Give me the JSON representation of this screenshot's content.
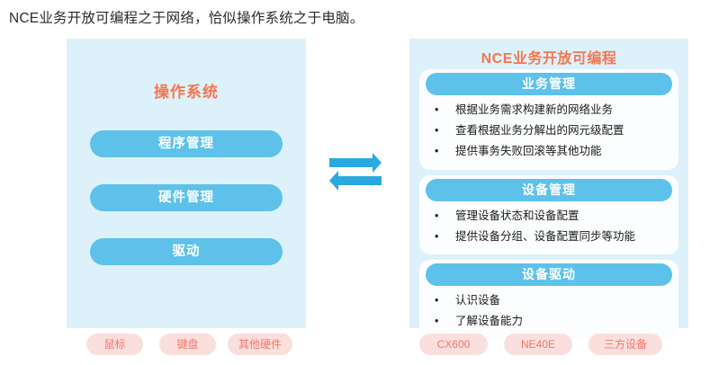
{
  "page": {
    "title": "NCE业务开放可编程之于网络，恰似操作系统之于电脑。"
  },
  "colors": {
    "panel_background": "#ddf1fa",
    "pill_blue": "#5dc1ea",
    "heading_orange": "#f4764f",
    "pink_pill_background": "#fbdfdd",
    "pink_pill_text": "#f4766a",
    "card_background": "#fbfdfe",
    "arrow_blue": "#2aa9e0"
  },
  "left_panel": {
    "heading": "操作系统",
    "pills": [
      {
        "label": "程序管理"
      },
      {
        "label": "硬件管理"
      },
      {
        "label": "驱动"
      }
    ],
    "hardware_tags": [
      {
        "label": "鼠标"
      },
      {
        "label": "键盘"
      },
      {
        "label": "其他硬件"
      }
    ]
  },
  "center": {
    "icon": "bidirectional-arrow-icon"
  },
  "right_panel": {
    "heading": "NCE业务开放可编程",
    "cards": [
      {
        "header": "业务管理",
        "bullets": [
          "根据业务需求构建新的网络业务",
          "查看根据业务分解出的网元级配置",
          "提供事务失败回滚等其他功能"
        ]
      },
      {
        "header": "设备管理",
        "bullets": [
          "管理设备状态和设备配置",
          "提供设备分组、设备配置同步等功能"
        ]
      },
      {
        "header": "设备驱动",
        "bullets": [
          "认识设备",
          "了解设备能力"
        ]
      }
    ],
    "device_tags": [
      {
        "label": "CX600"
      },
      {
        "label": "NE40E"
      },
      {
        "label": "三方设备"
      }
    ]
  },
  "bullet_glyph": "•"
}
